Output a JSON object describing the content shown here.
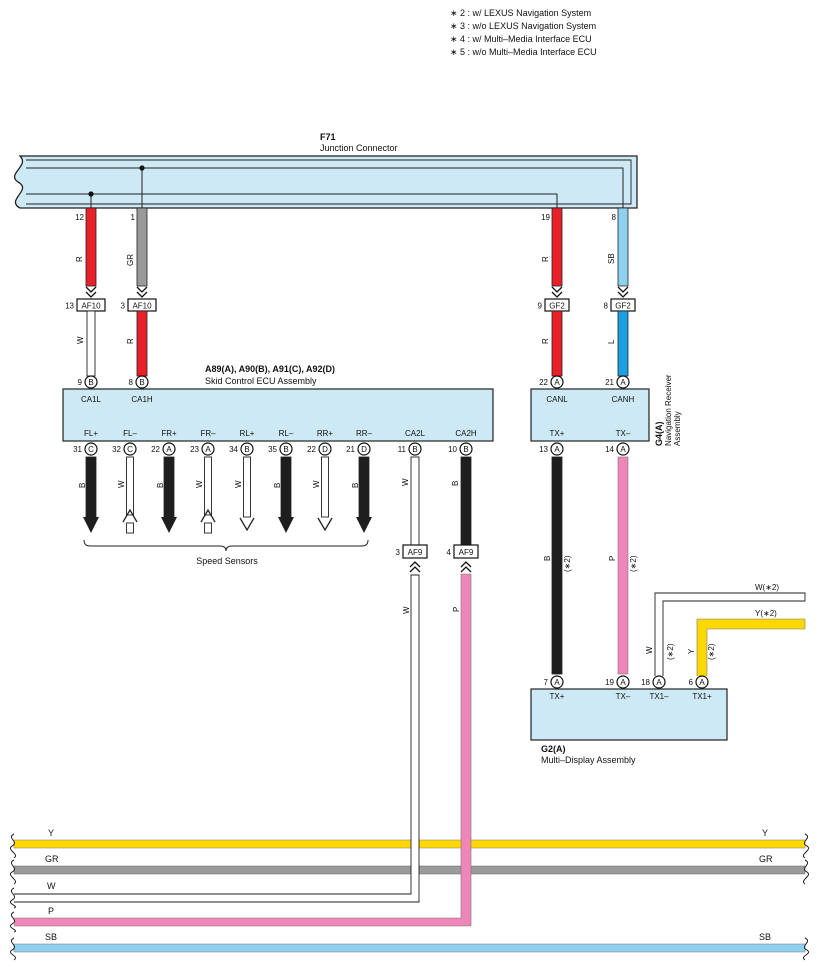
{
  "notes": [
    "∗ 2 : w/ LEXUS Navigation System",
    "∗ 3 : w/o LEXUS Navigation System",
    "∗ 4 : w/ Multi–Media Interface ECU",
    "∗ 5 : w/o Multi–Media Interface ECU"
  ],
  "colors": {
    "box": "#cde9f5",
    "red": "#e8202a",
    "gray": "#9a9a9a",
    "black": "#1e1e1e",
    "pink": "#ef86b8",
    "lightblue": "#8fd0ef",
    "blue": "#1aa0e0",
    "yellow": "#ffd800"
  },
  "junction": {
    "id": "F71",
    "name": "Junction Connector",
    "pins": [
      "12",
      "1",
      "19",
      "8"
    ],
    "wires": [
      "R",
      "GR",
      "R",
      "SB"
    ]
  },
  "inline_connectors": {
    "af10a": {
      "pin": "13",
      "name": "AF10",
      "wire": "W"
    },
    "af10b": {
      "pin": "3",
      "name": "AF10",
      "wire": "R"
    },
    "gf2a": {
      "pin": "9",
      "name": "GF2",
      "wire": "R"
    },
    "gf2b": {
      "pin": "8",
      "name": "GF2",
      "wire": "L"
    },
    "af9a": {
      "pin": "3",
      "name": "AF9",
      "wire": "W"
    },
    "af9b": {
      "pin": "4",
      "name": "AF9",
      "wire": "P"
    }
  },
  "skid_ecu": {
    "id": "A89(A), A90(B), A91(C), A92(D)",
    "name": "Skid Control ECU Assembly",
    "top_pins": [
      {
        "pin": "9",
        "conn": "B",
        "term": "CA1L"
      },
      {
        "pin": "8",
        "conn": "B",
        "term": "CA1H"
      }
    ],
    "bottom_pins": [
      {
        "pin": "31",
        "conn": "C",
        "term": "FL+",
        "wire": "B"
      },
      {
        "pin": "32",
        "conn": "C",
        "term": "FL–",
        "wire": "W"
      },
      {
        "pin": "22",
        "conn": "A",
        "term": "FR+",
        "wire": "B"
      },
      {
        "pin": "23",
        "conn": "A",
        "term": "FR–",
        "wire": "W"
      },
      {
        "pin": "34",
        "conn": "B",
        "term": "RL+",
        "wire": "W"
      },
      {
        "pin": "35",
        "conn": "B",
        "term": "RL–",
        "wire": "B"
      },
      {
        "pin": "22",
        "conn": "D",
        "term": "RR+",
        "wire": "W"
      },
      {
        "pin": "21",
        "conn": "D",
        "term": "RR–",
        "wire": "B"
      },
      {
        "pin": "11",
        "conn": "B",
        "term": "CA2L",
        "wire": "W"
      },
      {
        "pin": "10",
        "conn": "B",
        "term": "CA2H",
        "wire": "B"
      }
    ],
    "speed_sensors_label": "Speed Sensors"
  },
  "nav_receiver": {
    "id": "G4(A)",
    "name_line1": "Navigation Receiver",
    "name_line2": "Assembly",
    "top_pins": [
      {
        "pin": "22",
        "conn": "A",
        "term": "CANL"
      },
      {
        "pin": "21",
        "conn": "A",
        "term": "CANH"
      }
    ],
    "bottom_pins": [
      {
        "pin": "13",
        "conn": "A",
        "term": "TX+",
        "wire": "B",
        "note": "(∗2)"
      },
      {
        "pin": "14",
        "conn": "A",
        "term": "TX–",
        "wire": "P",
        "note": "(∗2)"
      }
    ]
  },
  "multi_display": {
    "id": "G2(A)",
    "name": "Multi–Display Assembly",
    "pins": [
      {
        "pin": "7",
        "conn": "A",
        "term": "TX+"
      },
      {
        "pin": "19",
        "conn": "A",
        "term": "TX–"
      },
      {
        "pin": "18",
        "conn": "A",
        "term": "TX1–",
        "wire": "W",
        "note": "(∗2)"
      },
      {
        "pin": "6",
        "conn": "A",
        "term": "TX1+",
        "wire": "Y",
        "note": "(∗2)"
      }
    ],
    "ext_w": "W(∗2)",
    "ext_y": "Y(∗2)"
  },
  "bus_lines": [
    {
      "left": "Y",
      "right": "Y"
    },
    {
      "left": "GR",
      "right": "GR"
    },
    {
      "left": "W",
      "right": ""
    },
    {
      "left": "P",
      "right": ""
    },
    {
      "left": "SB",
      "right": "SB"
    }
  ]
}
